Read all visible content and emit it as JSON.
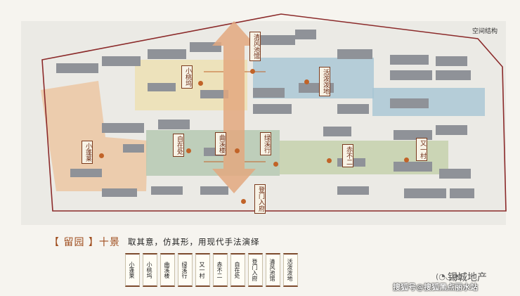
{
  "page_title": "空间结构",
  "main_labels": [
    {
      "id": "qingfeng",
      "text": "清风池馆"
    },
    {
      "id": "xiaotao",
      "text": "小桃坞"
    },
    {
      "id": "huoposhui",
      "text": "活泼泼地"
    },
    {
      "id": "zizaichu",
      "text": "自在处"
    },
    {
      "id": "quxilou",
      "text": "曲溪楼"
    },
    {
      "id": "lvxixing",
      "text": "绿溪行"
    },
    {
      "id": "chibuer",
      "text": "赤不二"
    },
    {
      "id": "youyicun",
      "text": "又一村"
    },
    {
      "id": "xiaopenglai",
      "text": "小蓬莱"
    },
    {
      "id": "dengmenrufu",
      "text": "登门入府"
    }
  ],
  "bottom": {
    "title": "【 留园 】十景",
    "description": "取其意，仿其形，用现代手法演绎"
  },
  "scrolls": [
    {
      "text": "小蓬莱"
    },
    {
      "text": "小桃坞"
    },
    {
      "text": "曲溪楼"
    },
    {
      "text": "绿溪行"
    },
    {
      "text": "又一村"
    },
    {
      "text": "赤不二"
    },
    {
      "text": "自在处"
    },
    {
      "text": "登门入府"
    },
    {
      "text": "清风池馆"
    },
    {
      "text": "活泼泼地"
    }
  ],
  "watermark": {
    "account": "锡城地产",
    "source": "搜狐号@搜狐黑点丽水站"
  },
  "colors": {
    "site_border": "#8b2a2a",
    "axis_orange": "#e3a87f",
    "zone_blue": "#a8c6d4",
    "zone_green": "#b6c9b3",
    "zone_yellow": "#eee0b0",
    "zone_orange": "#ecc29a",
    "label_text": "#6b2a12",
    "dot": "#c16328"
  }
}
